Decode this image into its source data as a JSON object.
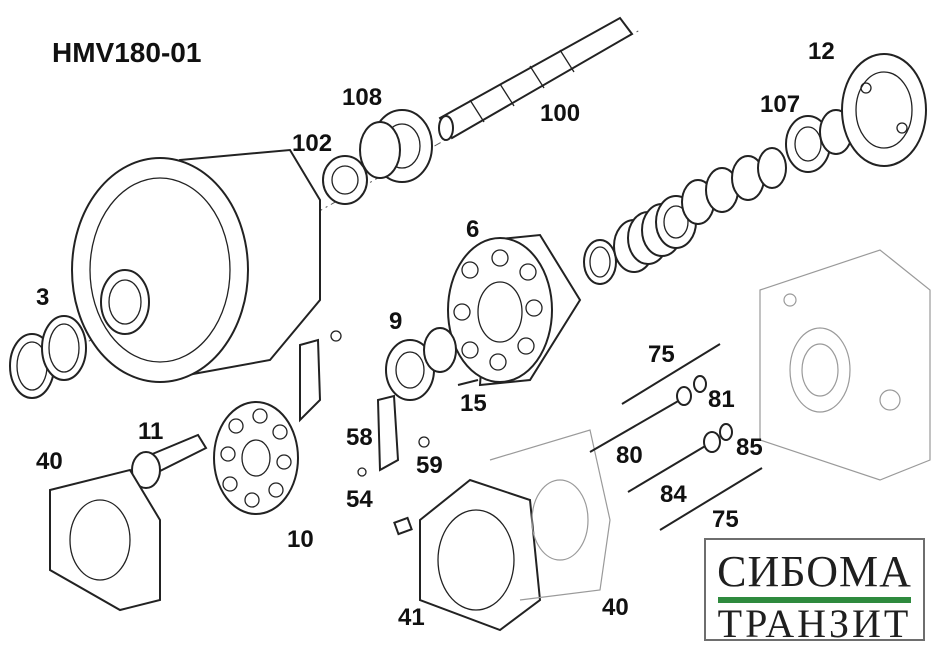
{
  "diagram": {
    "model": "HMV180-01",
    "labels": {
      "p3": "3",
      "p6": "6",
      "p9": "9",
      "p10": "10",
      "p11": "11",
      "p12": "12",
      "p15": "15",
      "p40a": "40",
      "p40b": "40",
      "p41": "41",
      "p54": "54",
      "p58": "58",
      "p59": "59",
      "p75a": "75",
      "p75b": "75",
      "p80": "80",
      "p81": "81",
      "p84": "84",
      "p85": "85",
      "p100": "100",
      "p102": "102",
      "p107": "107",
      "p108": "108"
    },
    "watermark": {
      "line1": "СИБОМА",
      "line2": "ТРАНЗИТ",
      "accent_color": "#2f8a3e"
    }
  }
}
